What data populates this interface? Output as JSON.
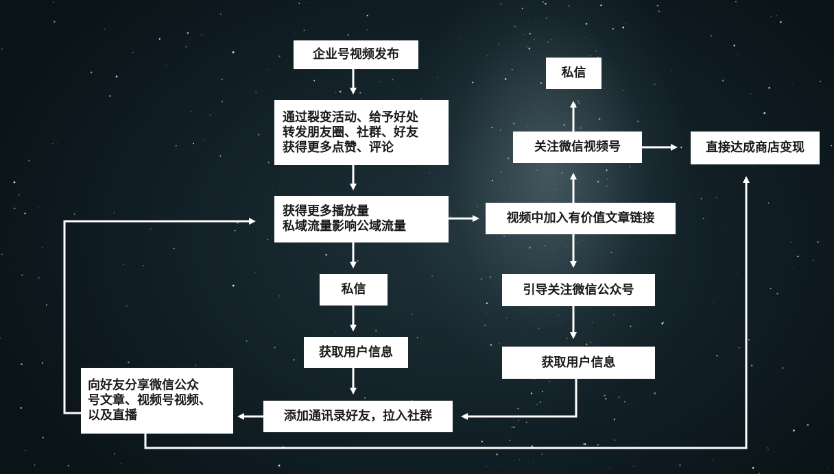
{
  "nodes": {
    "publish": "企业号视频发布",
    "fission": [
      "通过裂变活动、给予好处",
      "转发朋友圈、社群、好友",
      "获得更多点赞、评论"
    ],
    "more_plays": [
      "获得更多播放量",
      "私域流量影响公域流量"
    ],
    "dm_left": "私信",
    "get_info_left": "获取用户信息",
    "add_contacts": "添加通讯录好友，拉入社群",
    "share": [
      "向好友分享微信公众",
      "号文章、视频号视频、",
      "以及直播"
    ],
    "article_link": "视频中加入有价值文章链接",
    "follow_channel": "关注微信视频号",
    "dm_right": "私信",
    "monetize": "直接达成商店变现",
    "follow_official": "引导关注微信公众号",
    "get_info_right": "获取用户信息"
  },
  "colors": {
    "box": "#ffffff",
    "text": "#1a1a1a",
    "line": "#ffffff"
  }
}
